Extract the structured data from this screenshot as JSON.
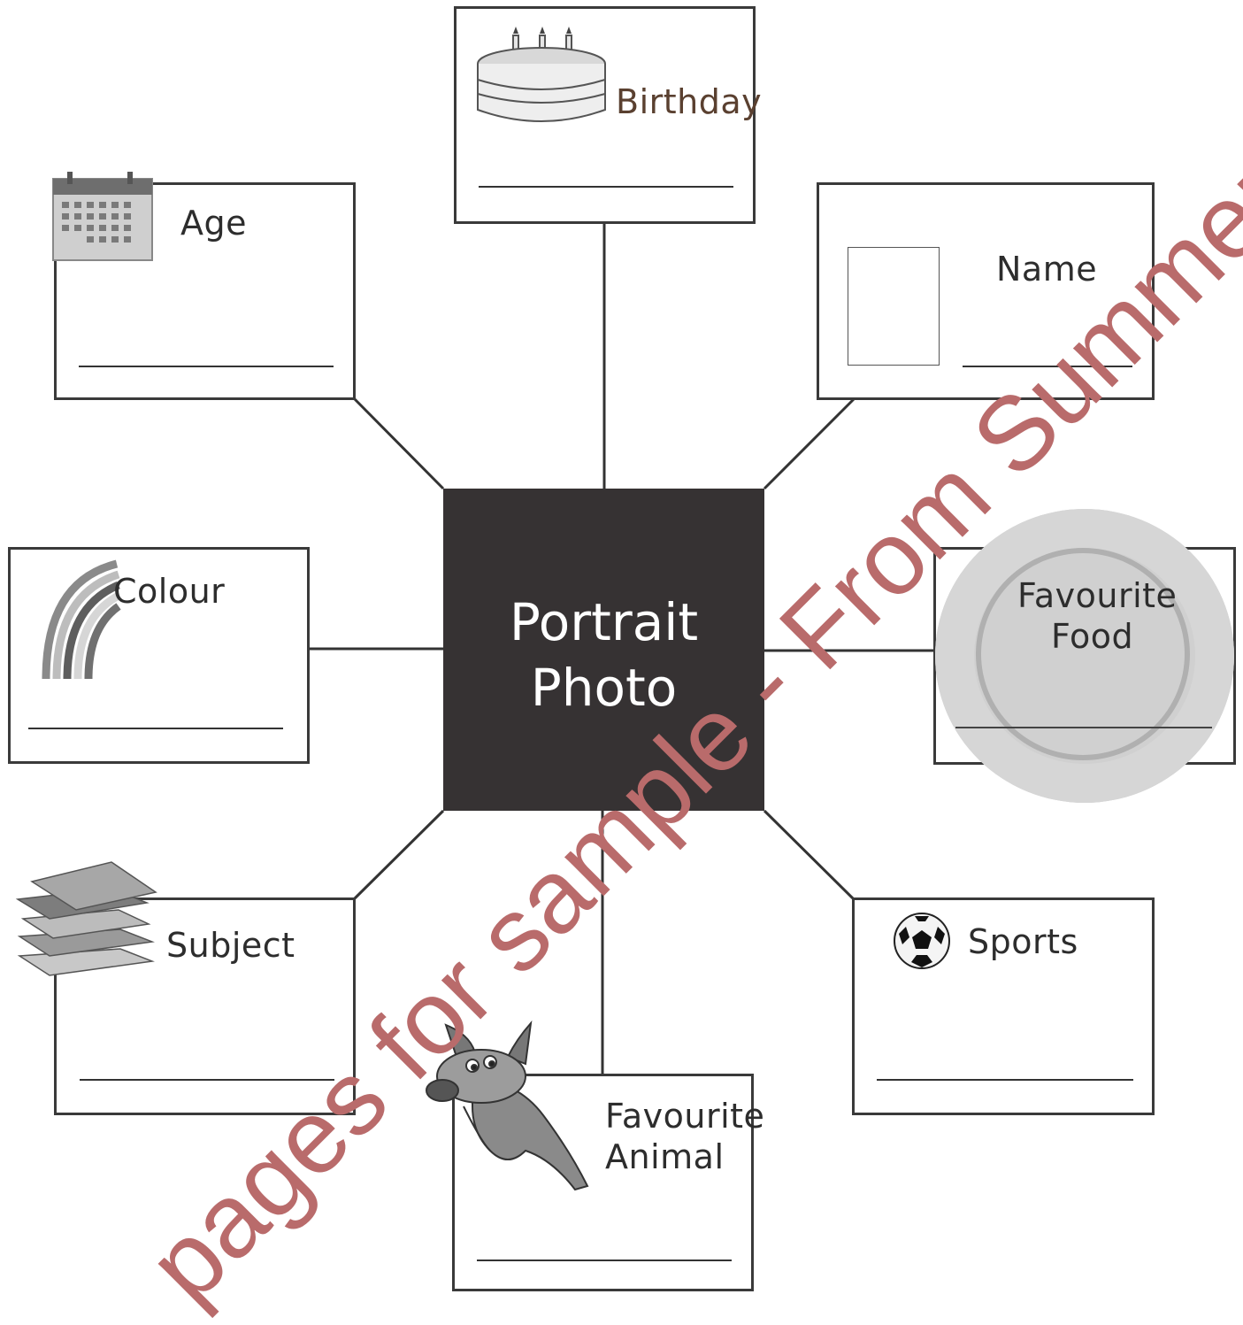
{
  "center": {
    "line1": "Portrait",
    "line2": "Photo"
  },
  "boxes": {
    "birthday": "Birthday",
    "age": "Age",
    "name": "Name",
    "colour": "Colour",
    "food_line1": "Favourite",
    "food_line2": "Food",
    "subject": "Subject",
    "animal_line1": "Favourite",
    "animal_line2": "Animal",
    "sports": "Sports"
  },
  "watermark": "pages for sample - From Summer Pac",
  "icons": [
    "cake-icon",
    "calendar-icon",
    "photo-frame-icon",
    "rainbow-icon",
    "plate-icon",
    "books-icon",
    "dog-icon",
    "soccer-ball-icon"
  ],
  "colors": {
    "center_fill": "#363233",
    "watermark": "#b96b6b",
    "birthday_text": "#5a4030"
  }
}
